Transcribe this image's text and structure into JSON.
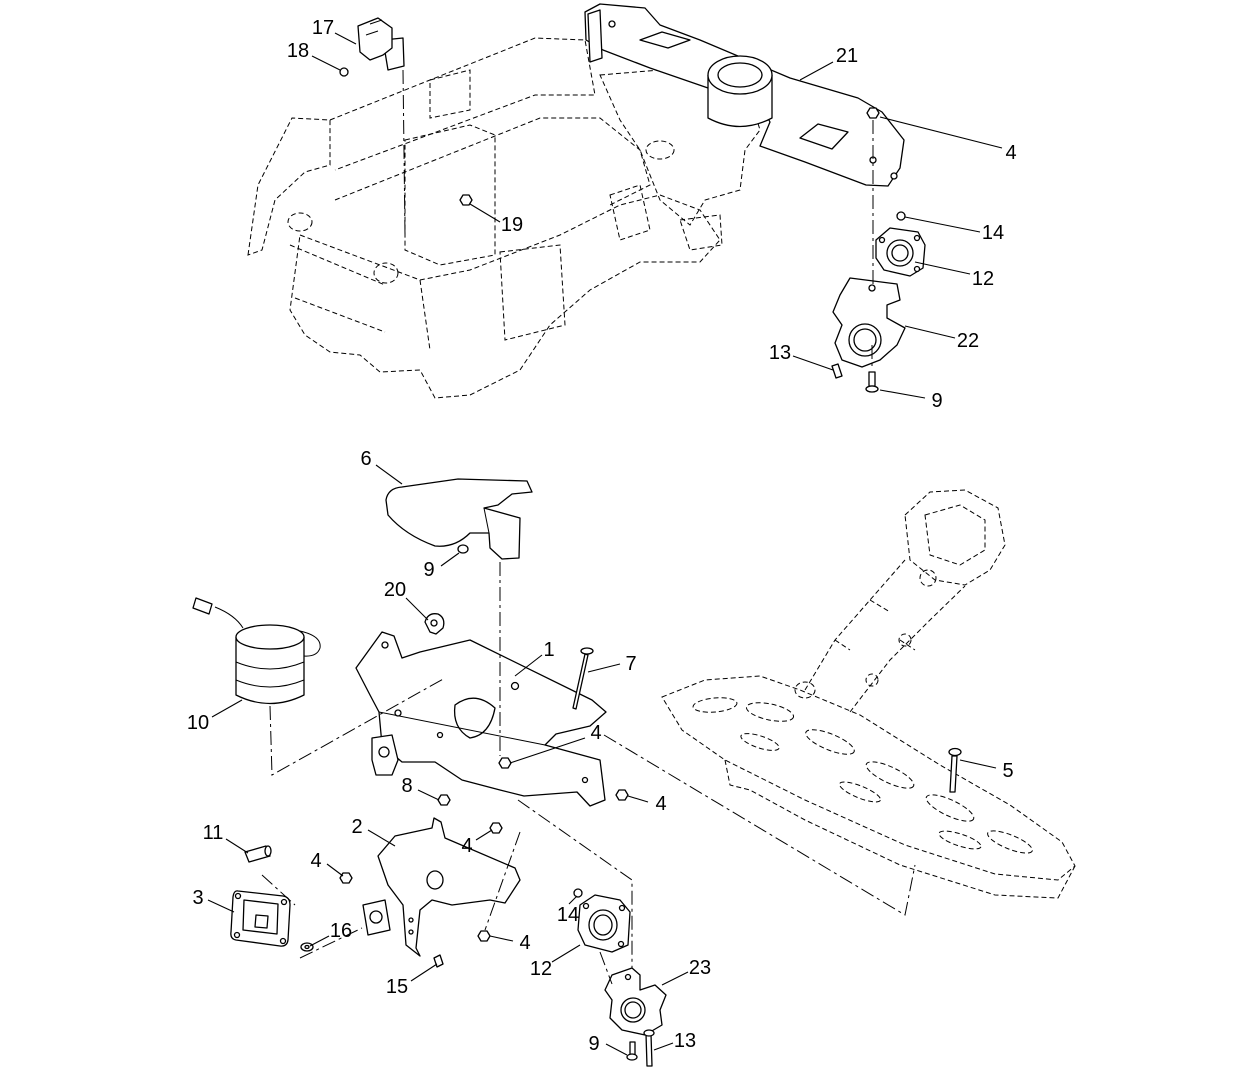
{
  "colors": {
    "background": "#ffffff",
    "line": "#000000"
  },
  "upper_view": {
    "callouts": [
      "17",
      "18",
      "21",
      "4",
      "19",
      "14",
      "12",
      "22",
      "13",
      "9"
    ]
  },
  "lower_view": {
    "callouts": [
      "6",
      "9",
      "20",
      "1",
      "7",
      "10",
      "4",
      "8",
      "5",
      "4",
      "2",
      "4",
      "11",
      "4",
      "3",
      "16",
      "14",
      "4",
      "12",
      "23",
      "15",
      "9",
      "13"
    ]
  }
}
